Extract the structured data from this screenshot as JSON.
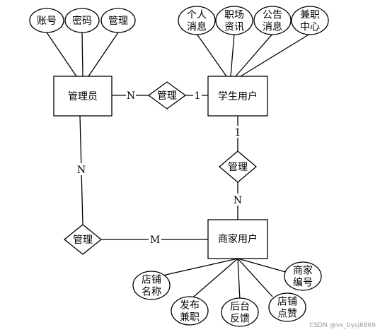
{
  "entities": {
    "admin": "管理员",
    "student": "学生用户",
    "merchant": "商家用户"
  },
  "attributes": {
    "admin": [
      [
        "账号"
      ],
      [
        "密码"
      ],
      [
        "管理"
      ]
    ],
    "student": [
      [
        "个人",
        "消息"
      ],
      [
        "职场",
        "资讯"
      ],
      [
        "公告",
        "消息"
      ],
      [
        "兼职",
        "中心"
      ]
    ],
    "merchant": [
      [
        "店铺",
        "名称"
      ],
      [
        "发布",
        "兼职"
      ],
      [
        "后台",
        "反馈"
      ],
      [
        "店铺",
        "点赞"
      ],
      [
        "商家",
        "编号"
      ]
    ]
  },
  "relationships": {
    "admin_student": "管理",
    "student_merchant": "管理",
    "admin_merchant": "管理"
  },
  "cardinalities": {
    "admin_student_admin_side": "N",
    "admin_student_student_side": "1",
    "student_merchant_student_side": "1",
    "student_merchant_merchant_side": "N",
    "admin_merchant_admin_side": "N",
    "admin_merchant_merchant_side": "M"
  },
  "watermark": "CSDN @vx_bysj6869"
}
